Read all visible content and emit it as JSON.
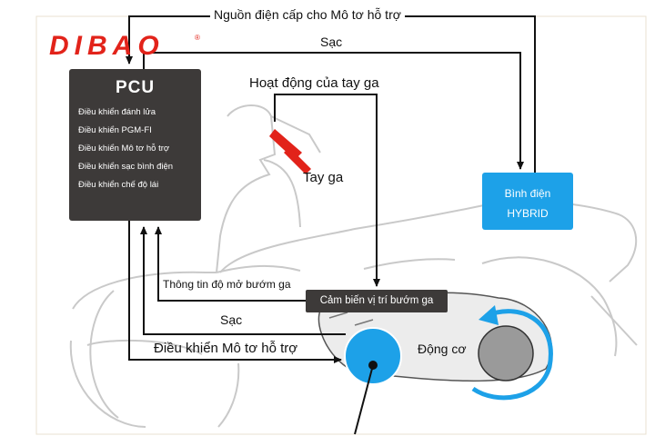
{
  "logo": {
    "text": "DIBAO",
    "reg": "®",
    "color": "#e2231a"
  },
  "labels": {
    "top_power": "Nguồn điện cấp cho Mô tơ hỗ trợ",
    "charge_top": "Sạc",
    "throttle_activity": "Hoạt động của tay ga",
    "throttle": "Tay ga",
    "throttle_info": "Thông tin độ mở bướm ga",
    "charge_bottom": "Sạc",
    "motor_control": "Điều khiển Mô tơ hỗ trợ",
    "engine": "Động cơ"
  },
  "pcu": {
    "title": "PCU",
    "items": [
      "Điều khiển đánh lửa",
      "Điều khiển PGM-FI",
      "Điều khiển Mô tơ hỗ trợ",
      "Điều khiển sạc bình điện",
      "Điều khiển chế độ lái"
    ]
  },
  "battery": {
    "line1": "Bình điện",
    "line2": "HYBRID"
  },
  "sensor": {
    "label": "Cảm biến vị trí bướm ga"
  },
  "colors": {
    "accent_blue": "#1da1e8",
    "box_dark": "#3d3a39",
    "throttle_red": "#e2231a",
    "outline": "#c9c9c9"
  }
}
